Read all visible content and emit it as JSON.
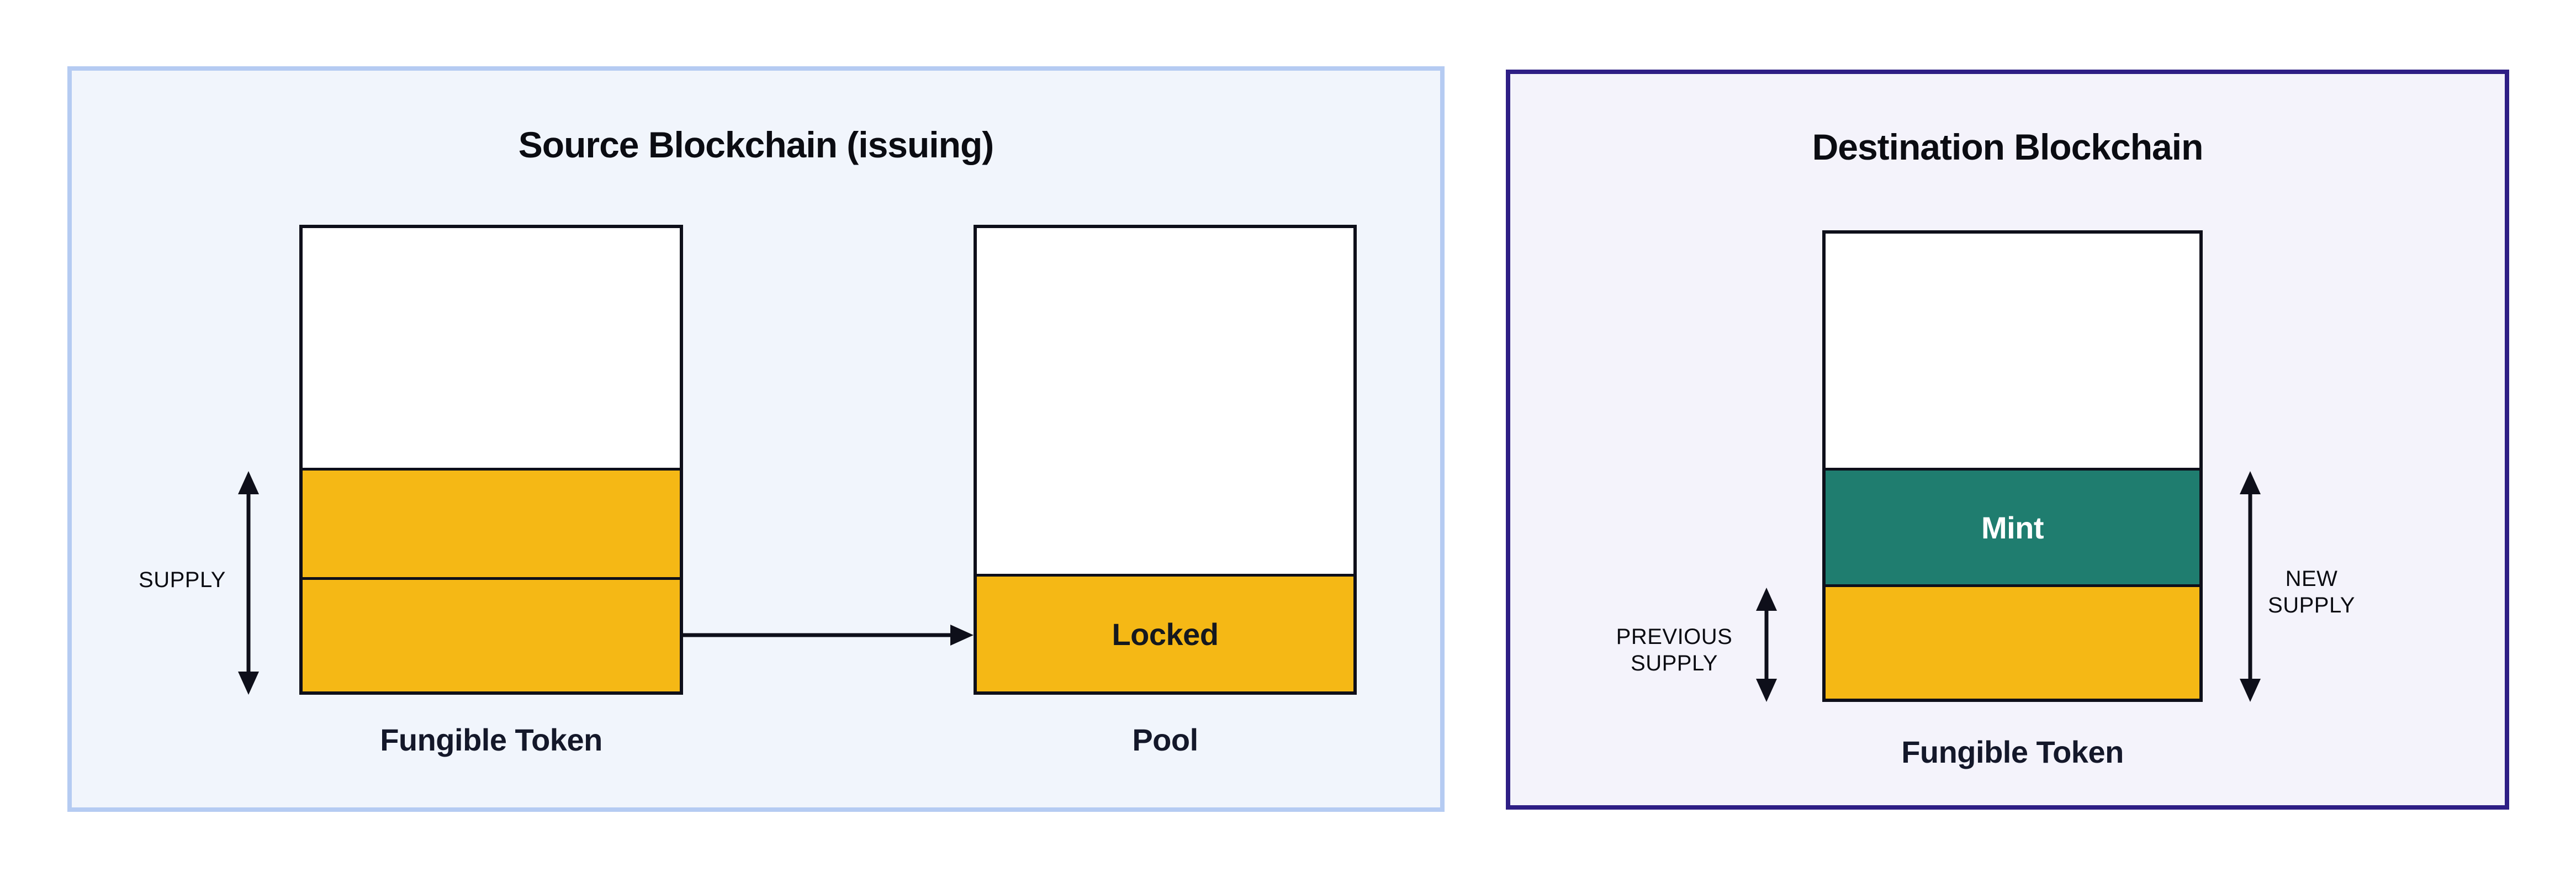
{
  "source_panel": {
    "title": "Source Blockchain (issuing)",
    "supply_label": "SUPPLY",
    "fungible_token_caption": "Fungible Token",
    "pool_caption": "Pool",
    "locked_label": "Locked"
  },
  "destination_panel": {
    "title": "Destination Blockchain",
    "mint_label": "Mint",
    "previous_supply_line1": "PREVIOUS",
    "previous_supply_line2": "SUPPLY",
    "new_supply_line1": "NEW",
    "new_supply_line2": "SUPPLY",
    "fungible_token_caption": "Fungible Token"
  },
  "colors": {
    "token_yellow": "#f5b815",
    "mint_teal": "#1f7d6f",
    "source_panel_border": "#b5cbf2",
    "source_panel_bg": "#f1f5fc",
    "destination_panel_border": "#2e1e85",
    "destination_panel_bg": "#f4f3fb",
    "box_outline": "#0e0f1a",
    "ink": "#0c0e16"
  }
}
